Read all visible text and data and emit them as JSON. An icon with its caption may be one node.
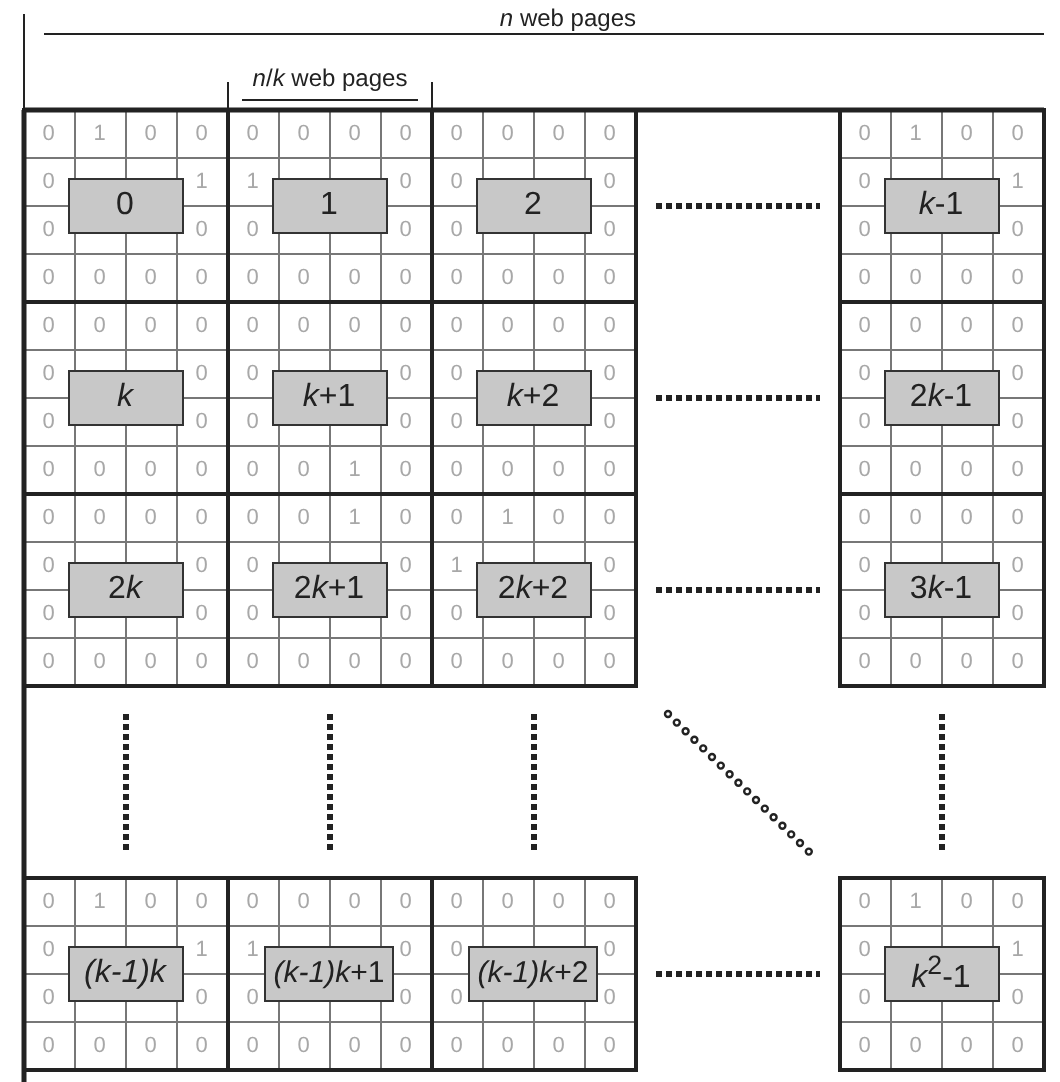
{
  "diagram": {
    "nodes": [
      {
        "text": [
          "0",
          "1",
          "0",
          "0",
          "0",
          "1",
          "0",
          "0",
          "0",
          "0",
          "0",
          "0"
        ]
      },
      {
        "text": [
          "0"
        ],
        "in": 0
      },
      {
        "text": [
          "0",
          "0",
          "0",
          "0",
          "1",
          "0",
          "0",
          "0",
          "0",
          "0",
          "0",
          "0"
        ]
      },
      {
        "text": [
          "1"
        ],
        "in": 2
      },
      {
        "text": [
          "0",
          "0",
          "0",
          "0",
          "0",
          "0",
          "0",
          "0",
          "0",
          "0",
          "0",
          "0"
        ]
      },
      {
        "text": [
          "2"
        ],
        "in": 4
      },
      {
        "text": [
          "0",
          "1",
          "0",
          "0",
          "0",
          "1",
          "0",
          "0",
          "0",
          "0",
          "0",
          "0"
        ]
      },
      {
        "text": [
          "k-1"
        ],
        "in": 6
      },
      {
        "text": [
          "0",
          "0",
          "0",
          "0",
          "0",
          "0",
          "0",
          "0",
          "0",
          "0",
          "0",
          "0"
        ]
      },
      {
        "text": [
          "k"
        ],
        "in": 8
      },
      {
        "text": [
          "0",
          "0",
          "0",
          "0",
          "0",
          "0",
          "0",
          "0",
          "0",
          "0",
          "1",
          "0"
        ]
      },
      {
        "text": [
          "k+1"
        ],
        "in": 10
      },
      {
        "text": [
          "0",
          "0",
          "0",
          "0",
          "0",
          "0",
          "0",
          "0",
          "0",
          "0",
          "0",
          "0"
        ]
      },
      {
        "text": [
          "k+2"
        ],
        "in": 12
      },
      {
        "text": [
          "0",
          "0",
          "0",
          "0",
          "0",
          "0",
          "0",
          "0",
          "0",
          "0",
          "0",
          "0"
        ]
      },
      {
        "text": [
          "2k-1"
        ],
        "in": 14
      },
      {
        "text": [
          "0",
          "0",
          "0",
          "0",
          "0",
          "0",
          "0",
          "0",
          "0",
          "0",
          "0",
          "0"
        ]
      },
      {
        "text": [
          "2k"
        ],
        "in": 16
      },
      {
        "text": [
          "0",
          "0",
          "1",
          "0",
          "0",
          "0",
          "0",
          "0",
          "0",
          "0",
          "0",
          "0"
        ]
      },
      {
        "text": [
          "2k+1"
        ],
        "in": 18
      },
      {
        "text": [
          "0",
          "1",
          "0",
          "0",
          "1",
          "0",
          "0",
          "0",
          "0",
          "0",
          "0",
          "0"
        ]
      },
      {
        "text": [
          "2k+2"
        ],
        "in": 20
      },
      {
        "text": [
          "0",
          "0",
          "0",
          "0",
          "0",
          "0",
          "0",
          "0",
          "0",
          "0",
          "0",
          "0"
        ]
      },
      {
        "text": [
          "3k-1"
        ],
        "in": 22
      },
      {
        "text": [
          "0",
          "1",
          "0",
          "0",
          "0",
          "1",
          "0",
          "0",
          "0",
          "0",
          "0",
          "0"
        ]
      },
      {
        "text": [
          "(k-1)k"
        ],
        "in": 24
      },
      {
        "text": [
          "0",
          "0",
          "0",
          "0",
          "1",
          "0",
          "0",
          "0",
          "0",
          "0",
          "0",
          "0"
        ]
      },
      {
        "text": [
          "(k-1)k+1"
        ],
        "in": 26
      },
      {
        "text": [
          "0",
          "0",
          "0",
          "0",
          "0",
          "0",
          "0",
          "0",
          "0",
          "0",
          "0",
          "0"
        ]
      },
      {
        "text": [
          "(k-1)k+2"
        ],
        "in": 28
      },
      {
        "text": [
          "0",
          "1",
          "0",
          "0",
          "0",
          "1",
          "0",
          "0",
          "0",
          "0",
          "0",
          "0"
        ]
      },
      {
        "text": [
          "k$^{2}$-1"
        ],
        "in": 30
      }
    ],
    "labels": [
      "*n* web pages",
      "*n*/*k* web pages"
    ]
  }
}
